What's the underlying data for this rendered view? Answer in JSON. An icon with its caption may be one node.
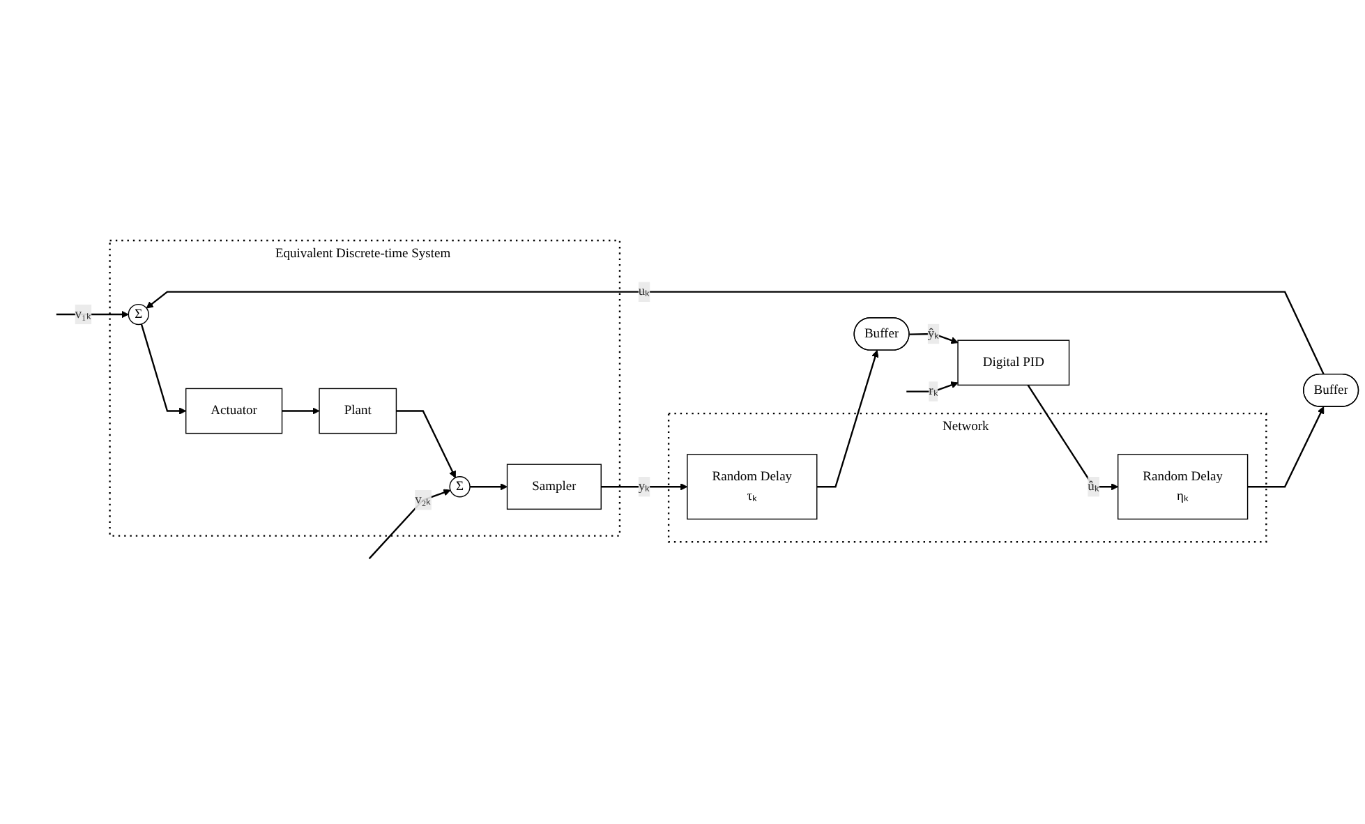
{
  "diagram": {
    "nodes": [
      {
        "text": [
          "Equivalent Discrete-time System"
        ]
      },
      {
        "text": [
          "Σ"
        ],
        "in": 0
      },
      {
        "text": [
          "Actuator"
        ],
        "in": 0
      },
      {
        "text": [
          "Plant"
        ],
        "in": 0
      },
      {
        "text": [
          "Σ"
        ],
        "in": 0
      },
      {
        "text": [
          "Sampler"
        ],
        "in": 0
      },
      {
        "text": [
          "Network"
        ]
      },
      {
        "text": [
          "Random Delay",
          "ηₖ"
        ],
        "in": 6
      },
      {
        "text": [
          "Random Delay",
          "τₖ"
        ],
        "in": 6
      },
      {
        "text": [
          "Buffer"
        ]
      },
      {
        "text": [
          "Buffer"
        ]
      },
      {
        "text": [
          "Digital PID"
        ]
      }
    ],
    "edges": [
      {
        "from": null,
        "to": 1,
        "arrow": "to",
        "label": "v₁ₖ"
      },
      {
        "from": 1,
        "to": 2,
        "arrow": "to"
      },
      {
        "from": 2,
        "to": 3,
        "arrow": "to"
      },
      {
        "from": 3,
        "to": 4,
        "arrow": "to"
      },
      {
        "from": null,
        "to": 4,
        "arrow": "to",
        "label": "v₂ₖ"
      },
      {
        "from": 4,
        "to": 5,
        "arrow": "to"
      },
      {
        "from": 5,
        "to": 8,
        "arrow": "to",
        "label": "yₖ"
      },
      {
        "from": 8,
        "to": 10,
        "arrow": "to"
      },
      {
        "from": 10,
        "to": 11,
        "arrow": "to",
        "label": "ŷₖ"
      },
      {
        "from": null,
        "to": 11,
        "arrow": "to",
        "label": "rₖ"
      },
      {
        "from": 11,
        "to": 7,
        "arrow": "to",
        "label": "ûₖ"
      },
      {
        "from": 7,
        "to": 9,
        "arrow": "to"
      },
      {
        "from": 9,
        "to": 1,
        "arrow": "to",
        "label": "uₖ"
      }
    ]
  }
}
